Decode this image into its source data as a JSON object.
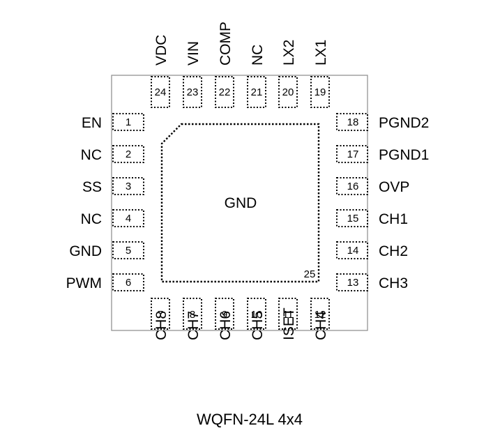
{
  "package": {
    "caption": "WQFN-24L 4x4",
    "exposed_pad": {
      "label": "GND",
      "number": "25"
    }
  },
  "pins": {
    "left": [
      {
        "num": "1",
        "name": "EN"
      },
      {
        "num": "2",
        "name": "NC"
      },
      {
        "num": "3",
        "name": "SS"
      },
      {
        "num": "4",
        "name": "NC"
      },
      {
        "num": "5",
        "name": "GND"
      },
      {
        "num": "6",
        "name": "PWM"
      }
    ],
    "bottom": [
      {
        "num": "7",
        "name": "CH8"
      },
      {
        "num": "8",
        "name": "CH7"
      },
      {
        "num": "9",
        "name": "CH6"
      },
      {
        "num": "10",
        "name": "CH5"
      },
      {
        "num": "11",
        "name": "ISET"
      },
      {
        "num": "12",
        "name": "CH4"
      }
    ],
    "right": [
      {
        "num": "13",
        "name": "CH3"
      },
      {
        "num": "14",
        "name": "CH2"
      },
      {
        "num": "15",
        "name": "CH1"
      },
      {
        "num": "16",
        "name": "OVP"
      },
      {
        "num": "17",
        "name": "PGND1"
      },
      {
        "num": "18",
        "name": "PGND2"
      }
    ],
    "top": [
      {
        "num": "19",
        "name": "LX1"
      },
      {
        "num": "20",
        "name": "LX2"
      },
      {
        "num": "21",
        "name": "NC"
      },
      {
        "num": "22",
        "name": "COMP"
      },
      {
        "num": "23",
        "name": "VIN"
      },
      {
        "num": "24",
        "name": "VDC"
      }
    ]
  }
}
